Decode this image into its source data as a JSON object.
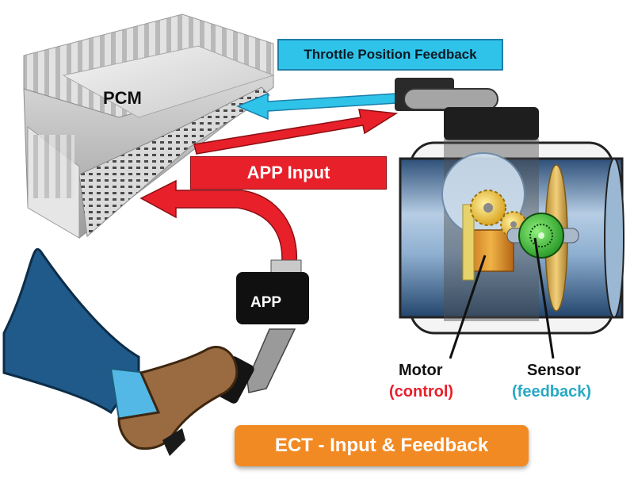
{
  "labels": {
    "pcm": "PCM",
    "throttle_position_feedback": "Throttle Position Feedback",
    "app_input": "APP Input",
    "app": "APP",
    "motor": "Motor",
    "motor_sub": "(control)",
    "sensor": "Sensor",
    "sensor_sub": "(feedback)",
    "banner": "ECT - Input & Feedback"
  },
  "colors": {
    "feedback_arrow": "#2fc3ea",
    "input_arrow": "#e8202a",
    "banner": "#f28a24",
    "motor_text": "#e8202a",
    "sensor_text": "#27a9c4"
  },
  "icons": [
    "pcm-module",
    "throttle-body",
    "accelerator-pedal-position-sensor",
    "foot-pedal",
    "motor-gears",
    "position-sensor"
  ]
}
